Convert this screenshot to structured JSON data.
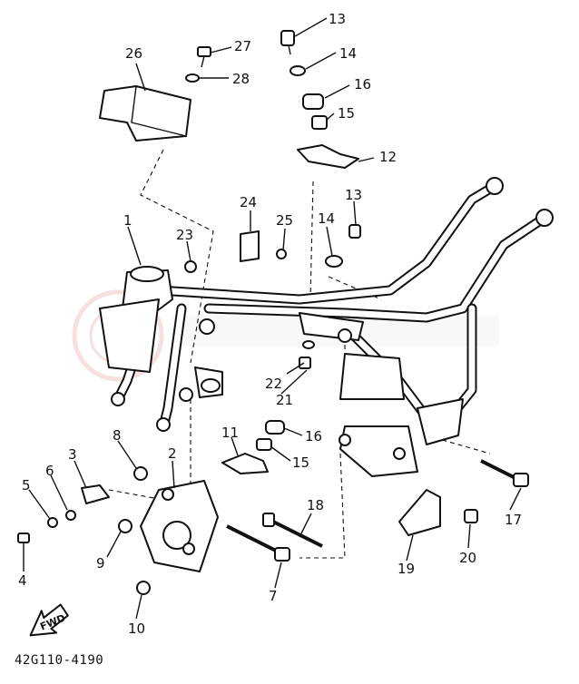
{
  "diagram": {
    "code": "42G110-4190",
    "fwd_label": "FWD",
    "callouts": [
      "1",
      "2",
      "3",
      "4",
      "5",
      "6",
      "7",
      "8",
      "9",
      "10",
      "11",
      "12",
      "13",
      "14",
      "15",
      "16",
      "17",
      "18",
      "19",
      "20",
      "21",
      "22",
      "23",
      "24",
      "25",
      "26",
      "27",
      "28",
      "13",
      "14",
      "15",
      "16"
    ]
  }
}
